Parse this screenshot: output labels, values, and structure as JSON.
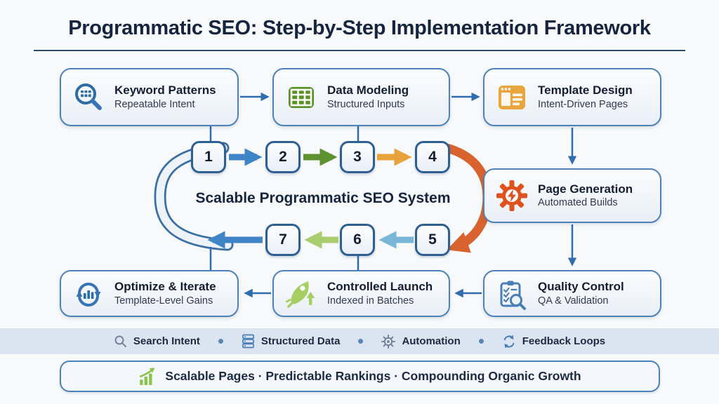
{
  "title": "Programmatic SEO: Step-by-Step Implementation Framework",
  "center_label": "Scalable Programmatic SEO System",
  "cards": {
    "keyword_patterns": {
      "title": "Keyword Patterns",
      "subtitle": "Repeatable Intent",
      "icon": "magnifier-grid-icon"
    },
    "data_modeling": {
      "title": "Data Modeling",
      "subtitle": "Structured Inputs",
      "icon": "data-table-icon"
    },
    "template_design": {
      "title": "Template Design",
      "subtitle": "Intent-Driven Pages",
      "icon": "browser-window-icon"
    },
    "page_generation": {
      "title": "Page Generation",
      "subtitle": "Automated Builds",
      "icon": "gear-lightning-icon"
    },
    "quality_control": {
      "title": "Quality Control",
      "subtitle": "QA & Validation",
      "icon": "clipboard-check-magnifier-icon"
    },
    "controlled_launch": {
      "title": "Controlled Launch",
      "subtitle": "Indexed in Batches",
      "icon": "rocket-icon"
    },
    "optimize_iterate": {
      "title": "Optimize & Iterate",
      "subtitle": "Template-Level Gains",
      "icon": "cycle-bar-chart-icon"
    }
  },
  "cycle": {
    "steps": [
      "1",
      "2",
      "3",
      "4",
      "5",
      "6",
      "7"
    ]
  },
  "footer": {
    "items": [
      {
        "label": "Search Intent",
        "icon": "search-icon"
      },
      {
        "label": "Structured Data",
        "icon": "database-icon"
      },
      {
        "label": "Automation",
        "icon": "gear-icon"
      },
      {
        "label": "Feedback Loops",
        "icon": "refresh-icon"
      }
    ]
  },
  "banner": {
    "text": "Scalable Pages · Predictable Rankings · Compounding Organic Growth",
    "icon": "growth-chart-icon"
  },
  "colors": {
    "title_navy": "#16253f",
    "card_border_blue": "#4d82b8",
    "connector_blue": "#2f6cb0",
    "step_arrow_blue": "#3f84c6",
    "step_arrow_green": "#5e9130",
    "step_arrow_amber": "#e8a33c",
    "step_arrow_orange_red": "#d9632e",
    "step_arrow_light_blue": "#79b7d9",
    "step_arrow_light_green": "#a9cd6d",
    "strip_background": "#dbe5f1",
    "icon_green": "#5a9125",
    "icon_amber": "#e9a53e",
    "icon_orange": "#e0521d",
    "icon_light_green": "#a6cf63",
    "icon_steel_blue": "#3674b5",
    "banner_green": "#8bc34a"
  }
}
